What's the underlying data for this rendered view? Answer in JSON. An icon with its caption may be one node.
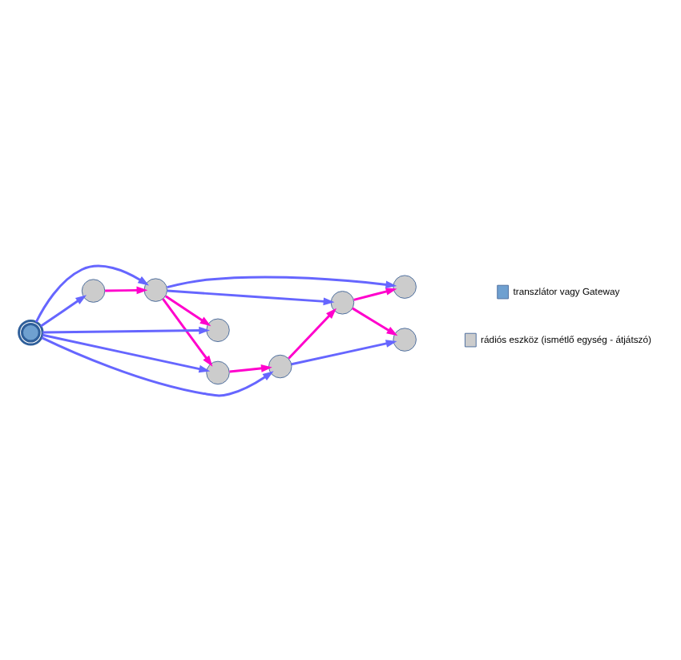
{
  "diagram": {
    "nodes": [
      {
        "text": [],
        "shape": "circle"
      },
      {
        "text": [],
        "shape": "circle"
      },
      {
        "text": [],
        "shape": "circle"
      },
      {
        "text": [],
        "shape": "circle"
      },
      {
        "text": [],
        "shape": "circle"
      },
      {
        "text": [],
        "shape": "circle"
      },
      {
        "text": [],
        "shape": "circle"
      },
      {
        "text": [],
        "shape": "circle"
      },
      {
        "text": [],
        "shape": "circle"
      }
    ],
    "edges": [
      {
        "from": 4,
        "to": 1,
        "arrow": "to"
      },
      {
        "from": 4,
        "to": 3,
        "arrow": "to"
      },
      {
        "from": 4,
        "to": 5,
        "arrow": "to"
      },
      {
        "from": 4,
        "to": 8,
        "arrow": "to"
      },
      {
        "from": 4,
        "to": 7,
        "arrow": "to"
      },
      {
        "from": 3,
        "to": 0,
        "arrow": "to"
      },
      {
        "from": 3,
        "to": 2,
        "arrow": "to"
      },
      {
        "from": 7,
        "to": 6,
        "arrow": "to"
      },
      {
        "from": 1,
        "to": 3,
        "arrow": "to",
        "color": "#ff00cc"
      },
      {
        "from": 2,
        "to": 0,
        "arrow": "to",
        "color": "#ff00cc"
      },
      {
        "from": 2,
        "to": 6,
        "arrow": "to",
        "color": "#ff00cc"
      },
      {
        "from": 7,
        "to": 2,
        "arrow": "to",
        "color": "#ff00cc"
      },
      {
        "from": 3,
        "to": 5,
        "arrow": "to",
        "color": "#ff00cc"
      },
      {
        "from": 3,
        "to": 8,
        "arrow": "to",
        "color": "#ff00cc"
      },
      {
        "from": 8,
        "to": 7,
        "arrow": "to",
        "color": "#ff00cc"
      }
    ],
    "legend": [
      {
        "text": "transzlátor vagy Gateway",
        "color": "#6fa0d0"
      },
      {
        "text": "rádiós eszköz (ismétlő egység - átjátszó)",
        "color": "#cccccc"
      }
    ]
  }
}
